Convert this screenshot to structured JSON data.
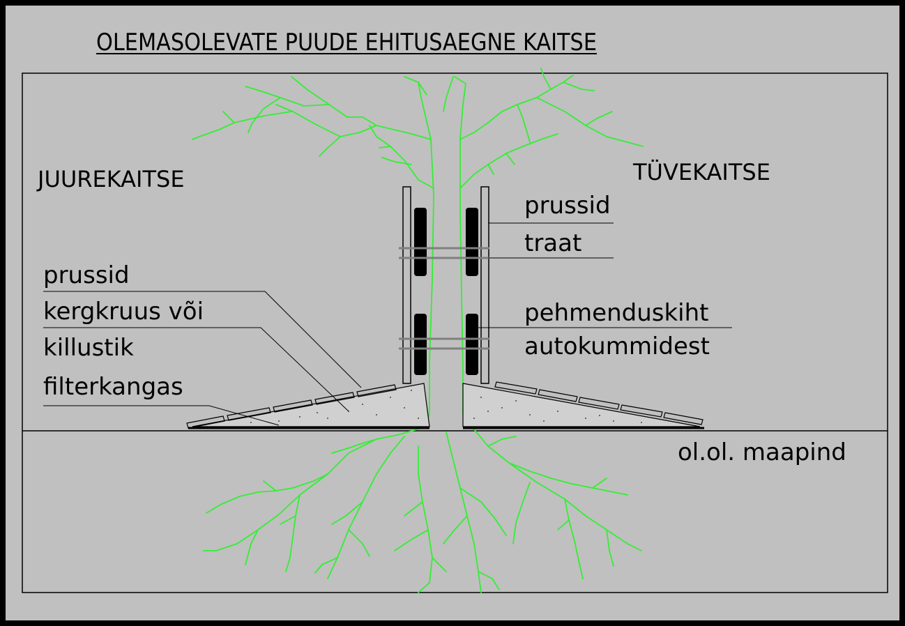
{
  "title": "OLEMASOLEVATE PUUDE EHITUSAEGNE KAITSE",
  "sections": {
    "root_protection": "JUUREKAITSE",
    "trunk_protection": "TÜVEKAITSE"
  },
  "left_labels": {
    "beams": "prussid",
    "gravel_1": "kergkruus või",
    "gravel_2": "killustik",
    "filter": "filterkangas"
  },
  "right_labels": {
    "beams": "prussid",
    "wire": "traat",
    "padding_1": "pehmenduskiht",
    "padding_2": "autokummidest",
    "ground": "ol.ol. maapind"
  },
  "colors": {
    "background": "#c0c0c0",
    "tree": "#33ee33",
    "lines": "#000000"
  }
}
